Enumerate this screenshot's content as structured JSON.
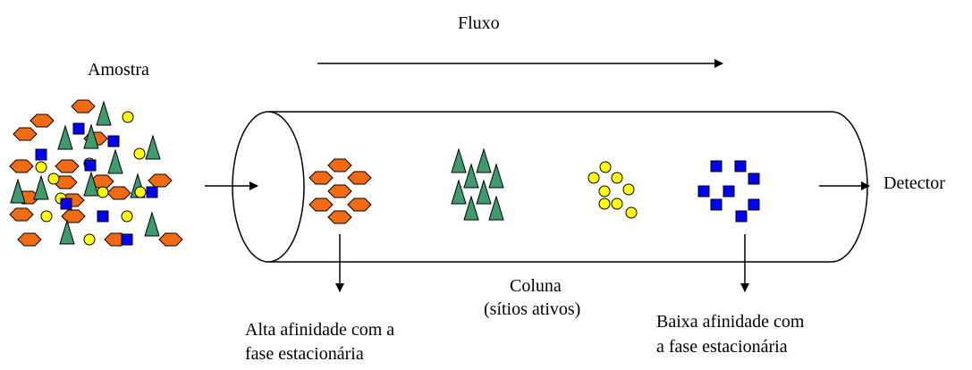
{
  "labels": {
    "flow": "Fluxo",
    "sample": "Amostra",
    "detector": "Detector",
    "column_line1": "Coluna",
    "column_line2": "(sítios ativos)",
    "high_affinity_line1": "Alta afinidade com a",
    "high_affinity_line2": "fase estacionária",
    "low_affinity_line1": "Baixa afinidade com",
    "low_affinity_line2": "a fase estacionária"
  },
  "colors": {
    "orange_hexagon": "#f26b12",
    "green_triangle": "#3f9b6e",
    "yellow_circle": "#ffff00",
    "blue_square": "#0000ff",
    "outline": "#000000"
  },
  "legend_icons": {
    "hexagon": "orange-hexagon-molecule-icon",
    "triangle": "green-triangle-molecule-icon",
    "circle": "yellow-circle-molecule-icon",
    "square": "blue-square-molecule-icon"
  }
}
